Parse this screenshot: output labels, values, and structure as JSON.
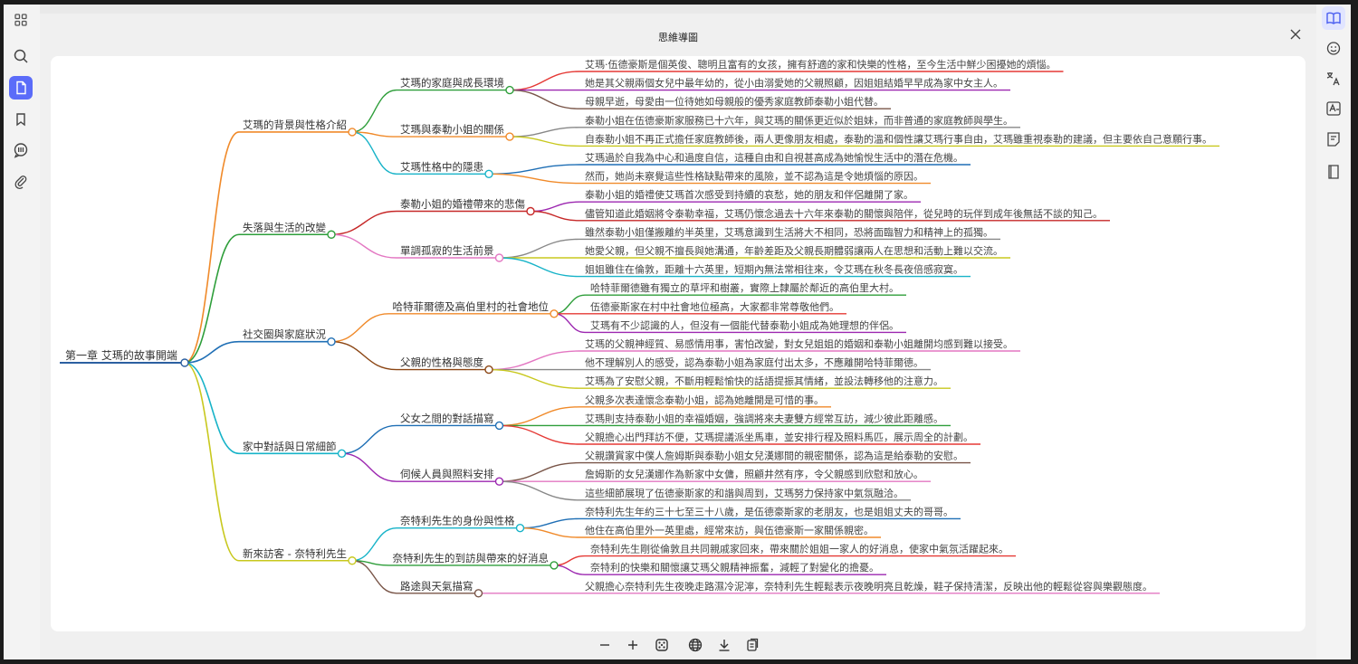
{
  "modal": {
    "title": "思維導圖"
  },
  "colors": {
    "accent": "#5b6cf9",
    "trunk": "#2b5fa0"
  },
  "left_rail": [
    "grid-icon",
    "search-icon",
    "document-icon",
    "bookmark-icon",
    "chat-icon",
    "paperclip-icon"
  ],
  "right_rail": [
    "book-open-icon",
    "ai-sticker-icon",
    "translate-icon",
    "translate-text-icon",
    "note-icon",
    "book-icon"
  ],
  "toolbar": [
    "zoom-out-icon",
    "zoom-in-icon",
    "dice-icon",
    "globe-icon",
    "download-icon",
    "copy-icon"
  ],
  "mindmap": {
    "root": "第一章 艾瑪的故事開端",
    "branches": [
      {
        "label": "艾瑪的背景與性格介紹",
        "color": "#f08a2a",
        "subs": [
          {
            "label": "艾瑪的家庭與成長環境",
            "color": "#2e9e3a",
            "leaves": [
              {
                "text": "艾瑪·伍德豪斯是個英俊、聰明且富有的女孩，擁有舒適的家和快樂的性格，至今生活中鮮少困擾她的煩惱。",
                "color": "#e53935"
              },
              {
                "text": "她是其父親兩個女兒中最年幼的，從小由溺愛她的父親照顧，因姐姐結婚早早成為家中女主人。",
                "color": "#9c27b0"
              },
              {
                "text": "母親早逝，母愛由一位待她如母親般的優秀家庭教師泰勒小姐代替。",
                "color": "#795548"
              }
            ]
          },
          {
            "label": "艾瑪與泰勒小姐的關係",
            "color": "#f08a2a",
            "leaves": [
              {
                "text": "泰勒小姐在伍德豪斯家服務已十六年，與艾瑪的關係更近似於姐妹，而非普通的家庭教師與學生。",
                "color": "#888888"
              },
              {
                "text": "自泰勒小姐不再正式擔任家庭教師後，兩人更像朋友相處，泰勒的溫和個性讓艾瑪行事自由，艾瑪雖重視泰勒的建議，但主要依自己意願行事。",
                "color": "#c8c81e"
              }
            ]
          },
          {
            "label": "艾瑪性格中的隱患",
            "color": "#17b3c8",
            "leaves": [
              {
                "text": "艾瑪過於自我為中心和過度自信，這種自由和自視甚高成為她愉悅生活中的潛在危機。",
                "color": "#1f6fb5"
              },
              {
                "text": "然而，她尚未察覺這些性格缺點帶來的風險，並不認為這是令她煩惱的原因。",
                "color": "#f08a2a"
              }
            ]
          }
        ]
      },
      {
        "label": "失落與生活的改變",
        "color": "#2e9e3a",
        "subs": [
          {
            "label": "泰勒小姐的婚禮帶來的悲傷",
            "color": "#c62828",
            "leaves": [
              {
                "text": "泰勒小姐的婚禮使艾瑪首次感受到持續的哀愁，她的朋友和伴侶離開了家。",
                "color": "#9c27b0"
              },
              {
                "text": "儘管知道此婚姻將令泰勒幸福，艾瑪仍懷念過去十六年來泰勒的關懷與陪伴，從兒時的玩伴到成年後無話不談的知己。",
                "color": "#c62828"
              }
            ]
          },
          {
            "label": "單調孤寂的生活前景",
            "color": "#e377c2",
            "leaves": [
              {
                "text": "雖然泰勒小姐僅搬離約半英里，艾瑪意識到生活將大不相同，恐將面臨智力和精神上的孤獨。",
                "color": "#888888"
              },
              {
                "text": "她愛父親，但父親不擅長與她溝通，年齡差距及父親長期體弱讓兩人在思想和活動上難以交流。",
                "color": "#c8c81e"
              },
              {
                "text": "姐姐雖住在倫敦，距離十六英里，短期內無法常相往來，令艾瑪在秋冬長夜倍感寂寞。",
                "color": "#17b3c8"
              }
            ]
          }
        ]
      },
      {
        "label": "社交圈與家庭狀況",
        "color": "#1f6fb5",
        "subs": [
          {
            "label": "哈特菲爾德及高伯里村的社會地位",
            "color": "#f08a2a",
            "leaves": [
              {
                "text": "哈特菲爾德雖有獨立的草坪和樹叢，實際上隸屬於鄰近的高伯里大村。",
                "color": "#2e9e3a"
              },
              {
                "text": "伍德豪斯家在村中社會地位極高，大家都非常尊敬他們。",
                "color": "#e53935"
              },
              {
                "text": "艾瑪有不少認識的人，但沒有一個能代替泰勒小姐成為她理想的伴侶。",
                "color": "#9c27b0"
              }
            ]
          },
          {
            "label": "父親的性格與態度",
            "color": "#8b4513",
            "leaves": [
              {
                "text": "艾瑪的父親神經質、易感情用事，害怕改變，對女兒姐姐的婚姻和泰勒小姐離開均感到難以接受。",
                "color": "#e377c2"
              },
              {
                "text": "他不理解別人的感受，認為泰勒小姐為家庭付出太多，不應離開哈特菲爾德。",
                "color": "#888888"
              },
              {
                "text": "艾瑪為了安慰父親，不斷用輕鬆愉快的話語提振其情緒，並設法轉移他的注意力。",
                "color": "#c8c81e"
              }
            ]
          }
        ]
      },
      {
        "label": "家中對話與日常細節",
        "color": "#17b3c8",
        "subs": [
          {
            "label": "父女之間的對話描寫",
            "color": "#1f6fb5",
            "leaves": [
              {
                "text": "父親多次表達懷念泰勒小姐，認為她離開是可惜的事。",
                "color": "#f08a2a"
              },
              {
                "text": "艾瑪則支持泰勒小姐的幸福婚姻，強調將來夫妻雙方經常互訪，減少彼此距離感。",
                "color": "#2e9e3a"
              },
              {
                "text": "父親擔心出門拜訪不便，艾瑪提議派坐馬車，並安排行程及照料馬匹，展示周全的計劃。",
                "color": "#e53935"
              }
            ]
          },
          {
            "label": "伺候人員與照料安排",
            "color": "#9c27b0",
            "leaves": [
              {
                "text": "父親讚賞家中僕人詹姆斯與泰勒小姐女兒漢娜間的親密關係，認為這是給泰勒的安慰。",
                "color": "#795548"
              },
              {
                "text": "詹姆斯的女兒漢娜作為新家中女傭，照顧井然有序，令父親感到欣慰和放心。",
                "color": "#e377c2"
              },
              {
                "text": "這些細節展現了伍德豪斯家的和諧與周到，艾瑪努力保持家中氣氛融洽。",
                "color": "#888888"
              }
            ]
          }
        ]
      },
      {
        "label": "新來訪客 - 奈特利先生",
        "color": "#c8c81e",
        "subs": [
          {
            "label": "奈特利先生的身份與性格",
            "color": "#17b3c8",
            "leaves": [
              {
                "text": "奈特利先生年約三十七至三十八歲，是伍德豪斯家的老朋友，也是姐姐丈夫的哥哥。",
                "color": "#1f6fb5"
              },
              {
                "text": "他住在高伯里外一英里處，經常來訪，與伍德豪斯一家關係親密。",
                "color": "#f08a2a"
              }
            ]
          },
          {
            "label": "奈特利先生的到訪與帶來的好消息",
            "color": "#2e9e3a",
            "leaves": [
              {
                "text": "奈特利先生剛從倫敦且共同親戚家回來，帶來關於姐姐一家人的好消息，使家中氣氛活躍起來。",
                "color": "#e53935"
              },
              {
                "text": "奈特利的快樂和關懷讓艾瑪父親精神振奮，減輕了對變化的擔憂。",
                "color": "#9c27b0"
              }
            ]
          },
          {
            "label": "路途與天氣描寫",
            "color": "#795548",
            "leaves": [
              {
                "text": "父親擔心奈特利先生夜晚走路濕冷泥濘，奈特利先生輕鬆表示夜晚明亮且乾燥，鞋子保持清潔，反映出他的輕鬆從容與樂觀態度。",
                "color": "#e377c2"
              }
            ]
          }
        ]
      }
    ]
  }
}
